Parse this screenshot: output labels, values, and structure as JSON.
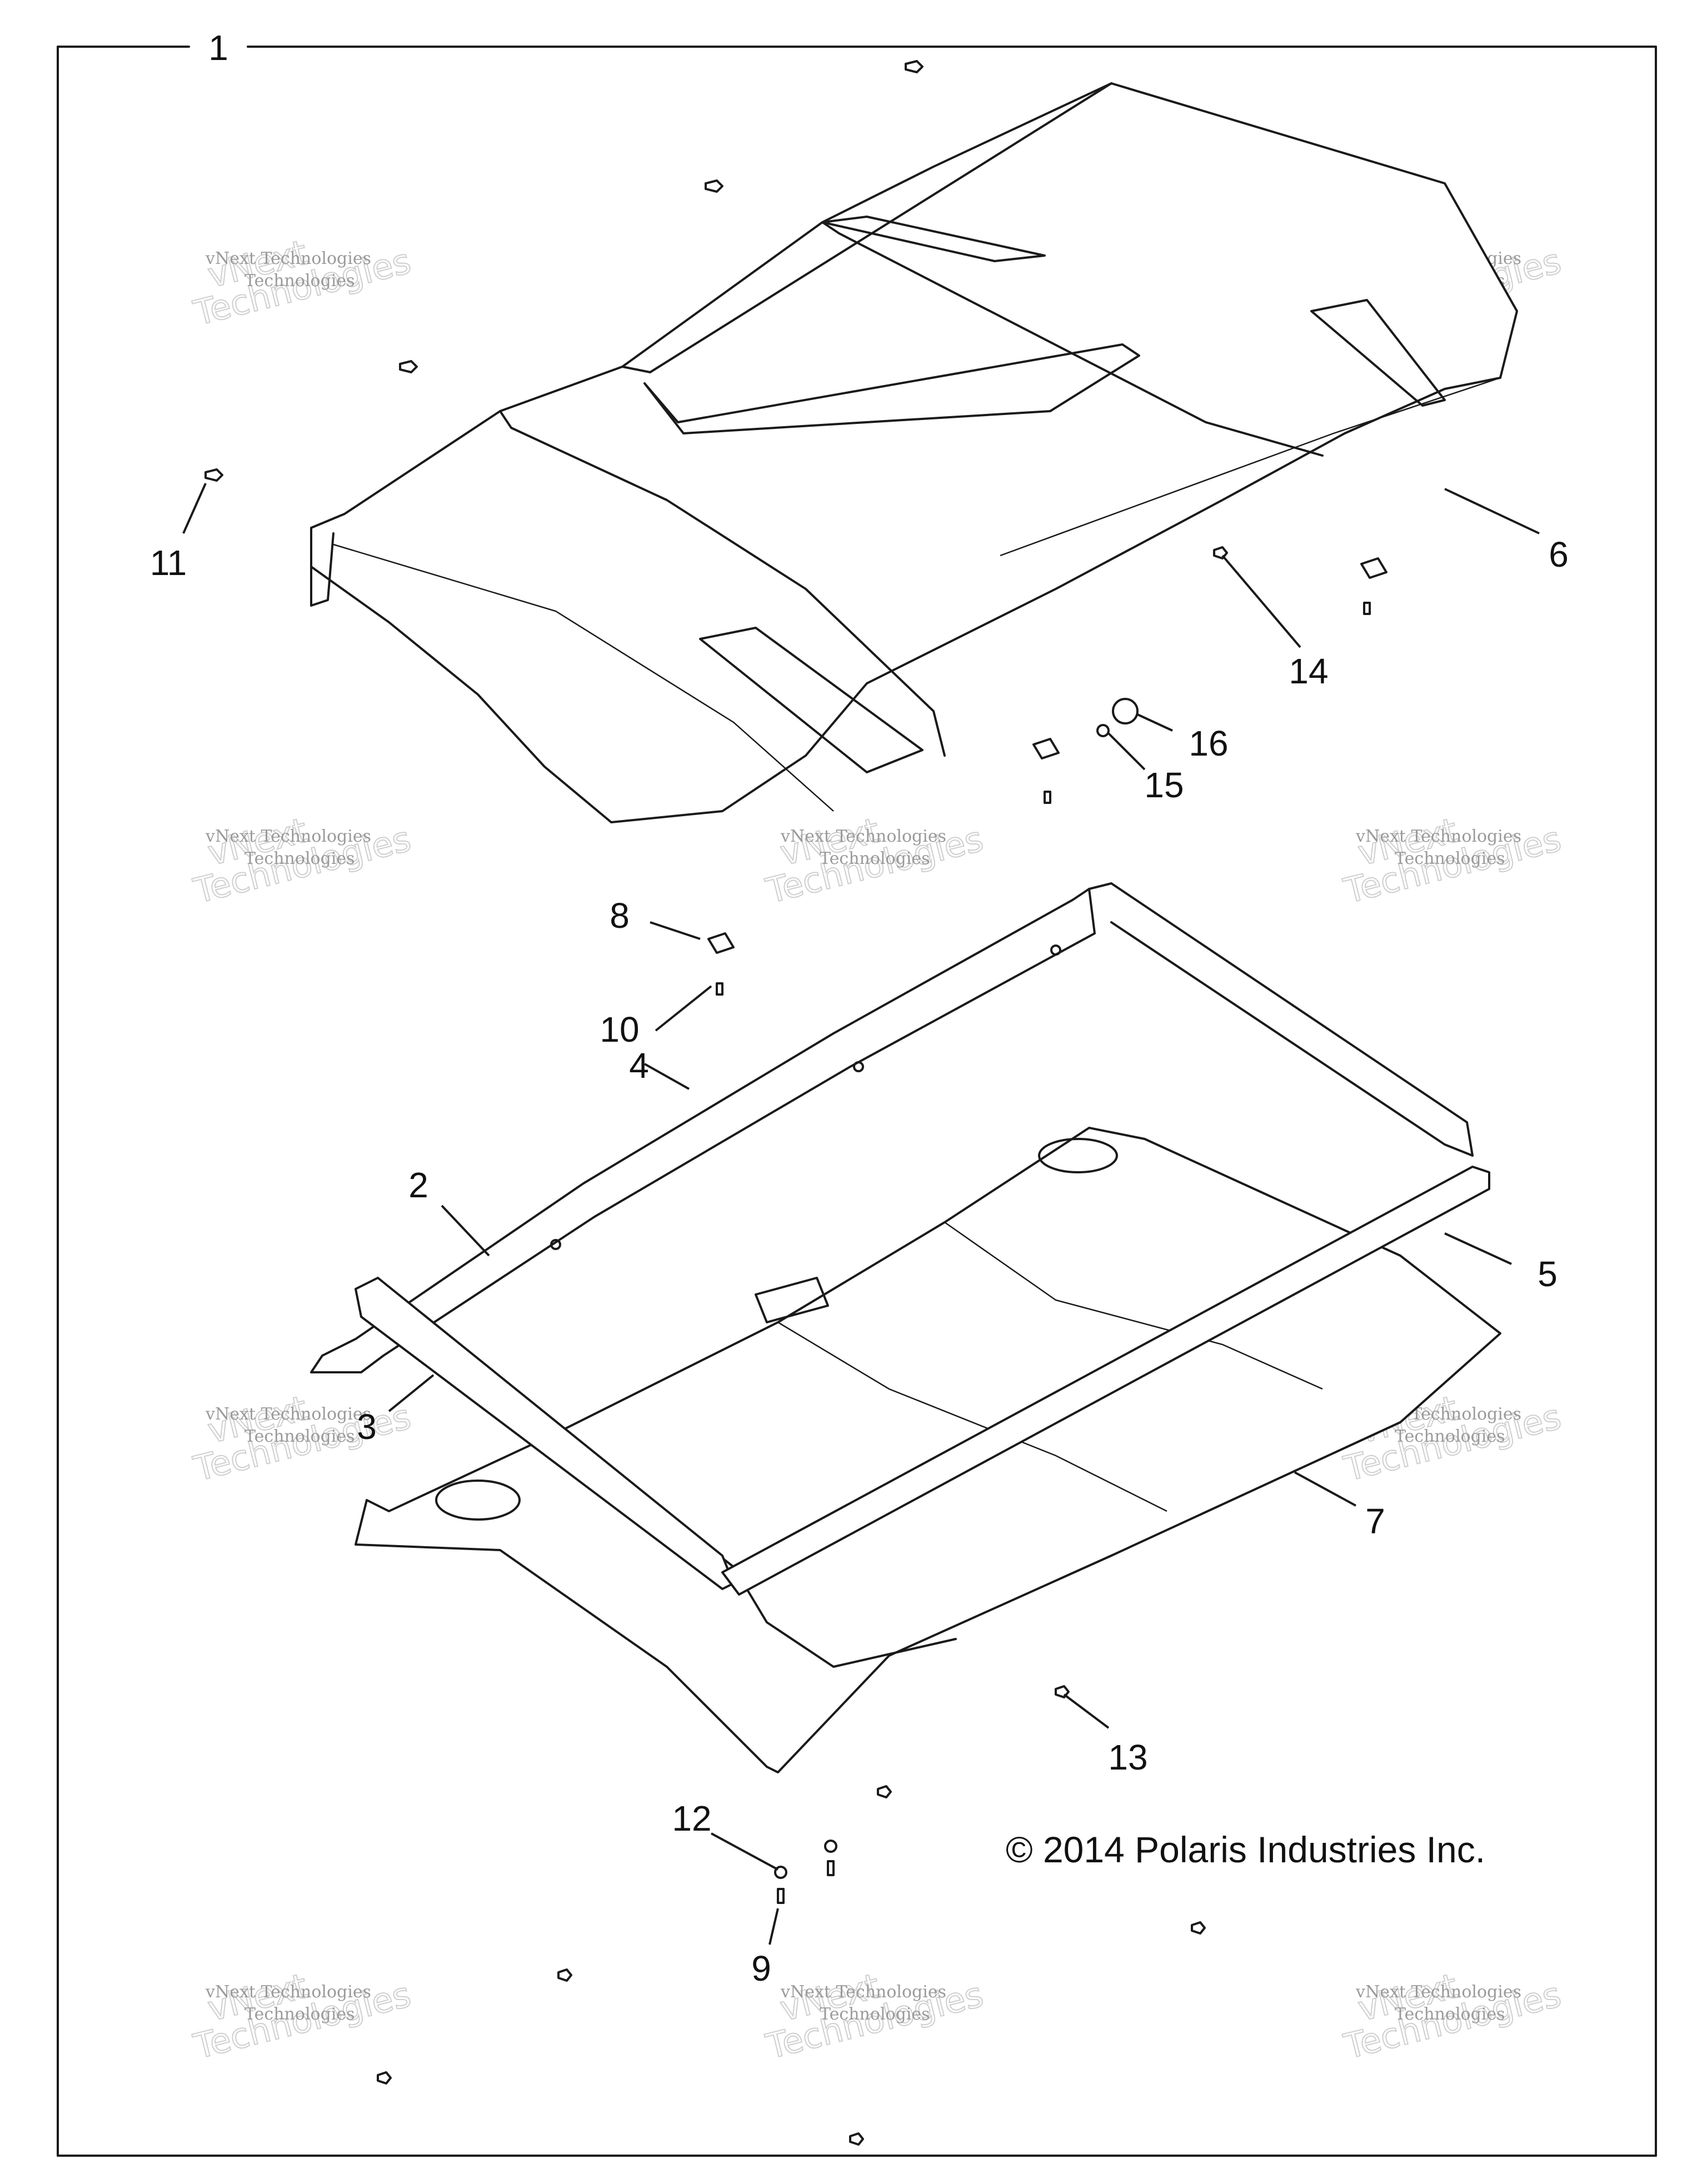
{
  "diagram": {
    "copyright": "© 2014 Polaris Industries Inc.",
    "callouts": {
      "c1": "1",
      "c2": "2",
      "c3": "3",
      "c4": "4",
      "c5": "5",
      "c6": "6",
      "c7": "7",
      "c8": "8",
      "c9": "9",
      "c10": "10",
      "c11": "11",
      "c12": "12",
      "c13": "13",
      "c14": "14",
      "c15": "15",
      "c16": "16"
    },
    "watermark": {
      "brand": "vNext",
      "line1": "vNext Technologies",
      "line2": "Technologies"
    }
  }
}
